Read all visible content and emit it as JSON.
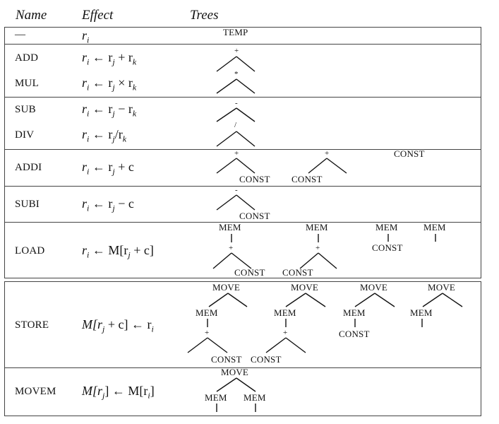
{
  "headers": {
    "name": "Name",
    "effect": "Effect",
    "trees": "Trees"
  },
  "rows": {
    "temp": {
      "name": "—",
      "effect": [
        "r",
        "i",
        "",
        ""
      ]
    },
    "add": {
      "name": "ADD",
      "effect": [
        "r",
        "i",
        " ← r",
        "j",
        " + r",
        "k"
      ]
    },
    "mul": {
      "name": "MUL",
      "effect": [
        "r",
        "i",
        " ← r",
        "j",
        " × r",
        "k"
      ]
    },
    "sub": {
      "name": "SUB",
      "effect": [
        "r",
        "i",
        " ← r",
        "j",
        " − r",
        "k"
      ]
    },
    "div": {
      "name": "DIV",
      "effect": [
        "r",
        "i",
        " ← r",
        "j",
        "/r",
        "k"
      ]
    },
    "addi": {
      "name": "ADDI",
      "effect": [
        "r",
        "i",
        " ← r",
        "j",
        " + c",
        ""
      ]
    },
    "subi": {
      "name": "SUBI",
      "effect": [
        "r",
        "i",
        " ← r",
        "j",
        " − c",
        ""
      ]
    },
    "load": {
      "name": "LOAD",
      "effect": [
        "r",
        "i",
        " ← M[r",
        "j",
        " + c]",
        ""
      ]
    },
    "store": {
      "name": "STORE",
      "effect": [
        "M[r",
        "j",
        " + c] ← r",
        "i",
        "",
        ""
      ]
    },
    "movem": {
      "name": "MOVEM",
      "effect": [
        "M[r",
        "j",
        "] ← M[r",
        "i",
        "]",
        ""
      ]
    }
  },
  "tree_labels": {
    "temp": "TEMP",
    "plus": "+",
    "times": "*",
    "minus": "-",
    "divide": "/",
    "const": "CONST",
    "mem": "MEM",
    "move": "MOVE"
  }
}
